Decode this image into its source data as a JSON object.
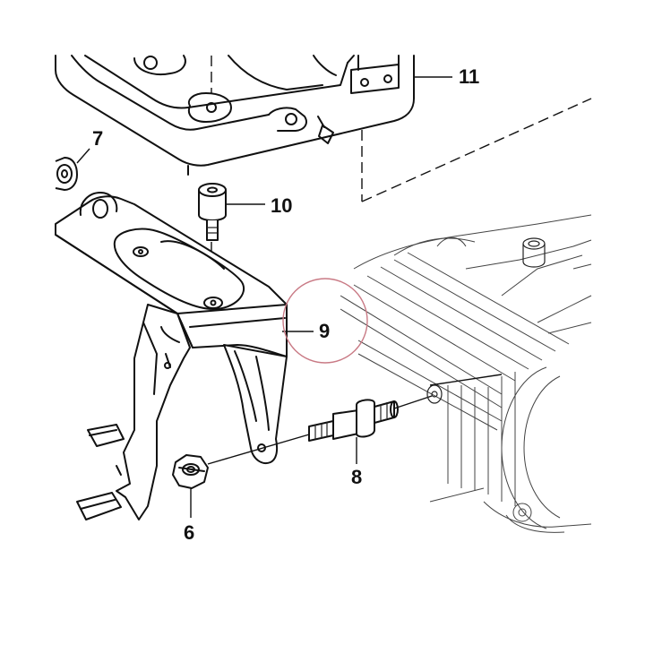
{
  "callouts": {
    "p6": "6",
    "p7": "7",
    "p8": "8",
    "p9": "9",
    "p10": "10",
    "p11": "11"
  },
  "highlight_color": "#c97a85"
}
